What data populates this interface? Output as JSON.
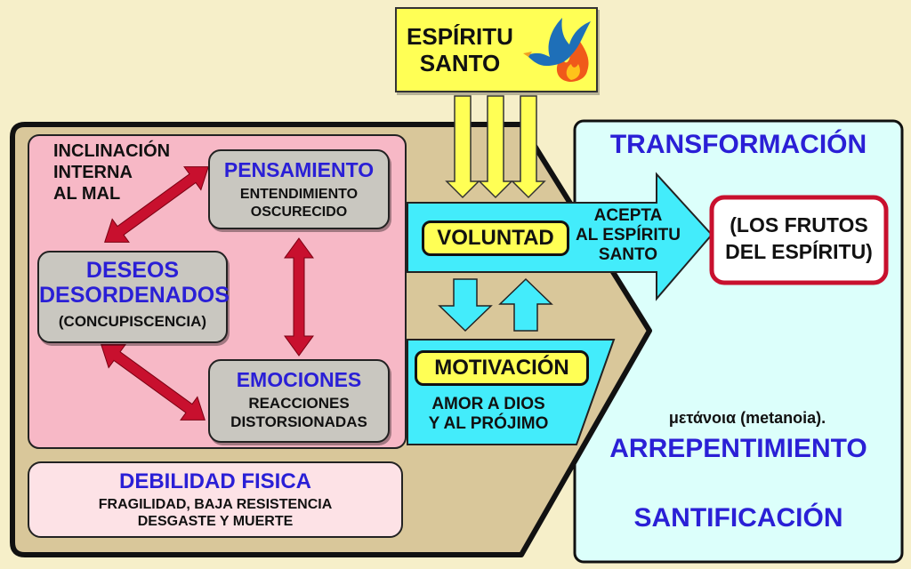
{
  "spirit": {
    "line1": "ESPÍRITU",
    "line2": "SANTO",
    "icon": "dove-fire-icon"
  },
  "inclination": {
    "line1": "INCLINACIÓN",
    "line2": "INTERNA",
    "line3": "AL MAL"
  },
  "pensamiento": {
    "title": "PENSAMIENTO",
    "line1": "ENTENDIMIENTO",
    "line2": "OSCURECIDO"
  },
  "deseos": {
    "title1": "DESEOS",
    "title2": "DESORDENADOS",
    "sub": "(CONCUPISCENCIA)"
  },
  "emociones": {
    "title": "EMOCIONES",
    "line1": "REACCIONES",
    "line2": "DISTORSIONADAS"
  },
  "debilidad": {
    "title": "DEBILIDAD FISICA",
    "line1": "FRAGILIDAD, BAJA RESISTENCIA",
    "line2": "DESGASTE Y MUERTE"
  },
  "voluntad": {
    "label": "VOLUNTAD"
  },
  "acepta": {
    "line1": "ACEPTA",
    "line2": "AL ESPÍRITU",
    "line3": "SANTO"
  },
  "motivacion": {
    "label": "MOTIVACIÓN",
    "line1": "AMOR A DIOS",
    "line2": "Y AL PRÓJIMO"
  },
  "right_panel": {
    "transformacion": "TRANSFORMACIÓN",
    "frutos_line1": "(LOS FRUTOS",
    "frutos_line2": "DEL ESPÍRITU)",
    "metanoia": "μετάνοια (metanoia).",
    "arrepentimiento": "ARREPENTIMIENTO",
    "santificacion": "SANTIFICACIÓN"
  },
  "colors": {
    "background": "#f6efc9",
    "tan_panel": "#d9c79a",
    "pink_panel": "#f7b8c6",
    "light_pink": "#fde2e6",
    "cyan": "#43ecfb",
    "light_cyan": "#dcfffb",
    "yellow": "#ffff55",
    "red_arrow": "#c8102e",
    "blue_text": "#2a1fd6"
  }
}
